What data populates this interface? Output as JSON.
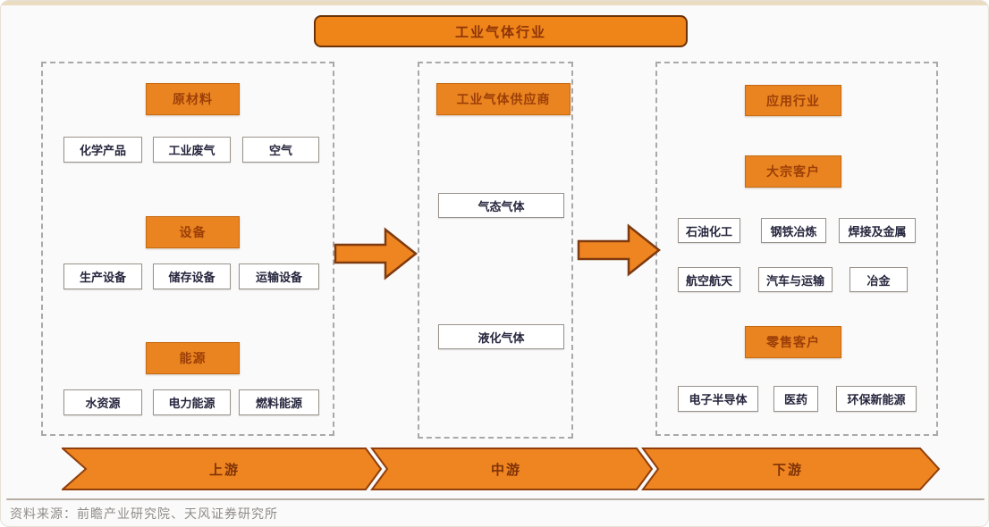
{
  "banner": {
    "label": "工业气体行业"
  },
  "upstream": {
    "groups": [
      {
        "header": "原材料",
        "items": [
          "化学产品",
          "工业废气",
          "空气"
        ]
      },
      {
        "header": "设备",
        "items": [
          "生产设备",
          "储存设备",
          "运输设备"
        ]
      },
      {
        "header": "能源",
        "items": [
          "水资源",
          "电力能源",
          "燃料能源"
        ]
      }
    ]
  },
  "midstream": {
    "header": "工业气体供应商",
    "items": [
      "气态气体",
      "液化气体"
    ]
  },
  "downstream": {
    "industry_header": "应用行业",
    "groups": [
      {
        "header": "大宗客户",
        "items": [
          "石油化工",
          "钢铁冶炼",
          "焊接及金属",
          "航空航天",
          "汽车与运输",
          "冶金"
        ]
      },
      {
        "header": "零售客户",
        "items": [
          "电子半导体",
          "医药",
          "环保新能源"
        ]
      }
    ]
  },
  "ribbon": {
    "segments": [
      "上游",
      "中游",
      "下游"
    ]
  },
  "footer": {
    "source": "资料来源：前瞻产业研究院、天风证券研究所"
  },
  "colors": {
    "orange": "#EE8520",
    "outline": "#833A0D",
    "header_text": "#9C3F08",
    "box_text": "#26263E"
  }
}
